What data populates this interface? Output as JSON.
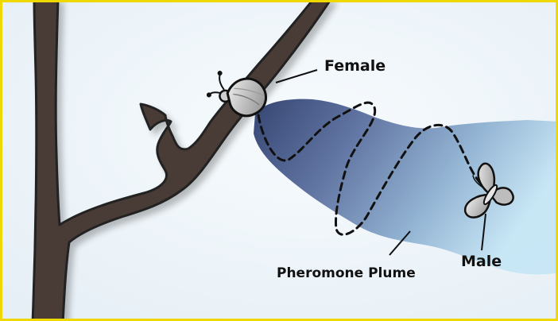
{
  "labels": {
    "female": "Female",
    "male": "Male",
    "plume": "Pheromone Plume"
  },
  "colors": {
    "frame": "#efd800",
    "background": "#eef5fa",
    "tree": "#4a3b36",
    "tree_outline": "#222222",
    "plume_dark": "#2c3c6c",
    "plume_light": "#bfe2f3",
    "moth_body": "#d8d8d8",
    "flight_path": "#111111"
  },
  "icons": {
    "female_moth": "moth-icon",
    "male_moth": "moth-icon",
    "tree": "tree-branch"
  }
}
